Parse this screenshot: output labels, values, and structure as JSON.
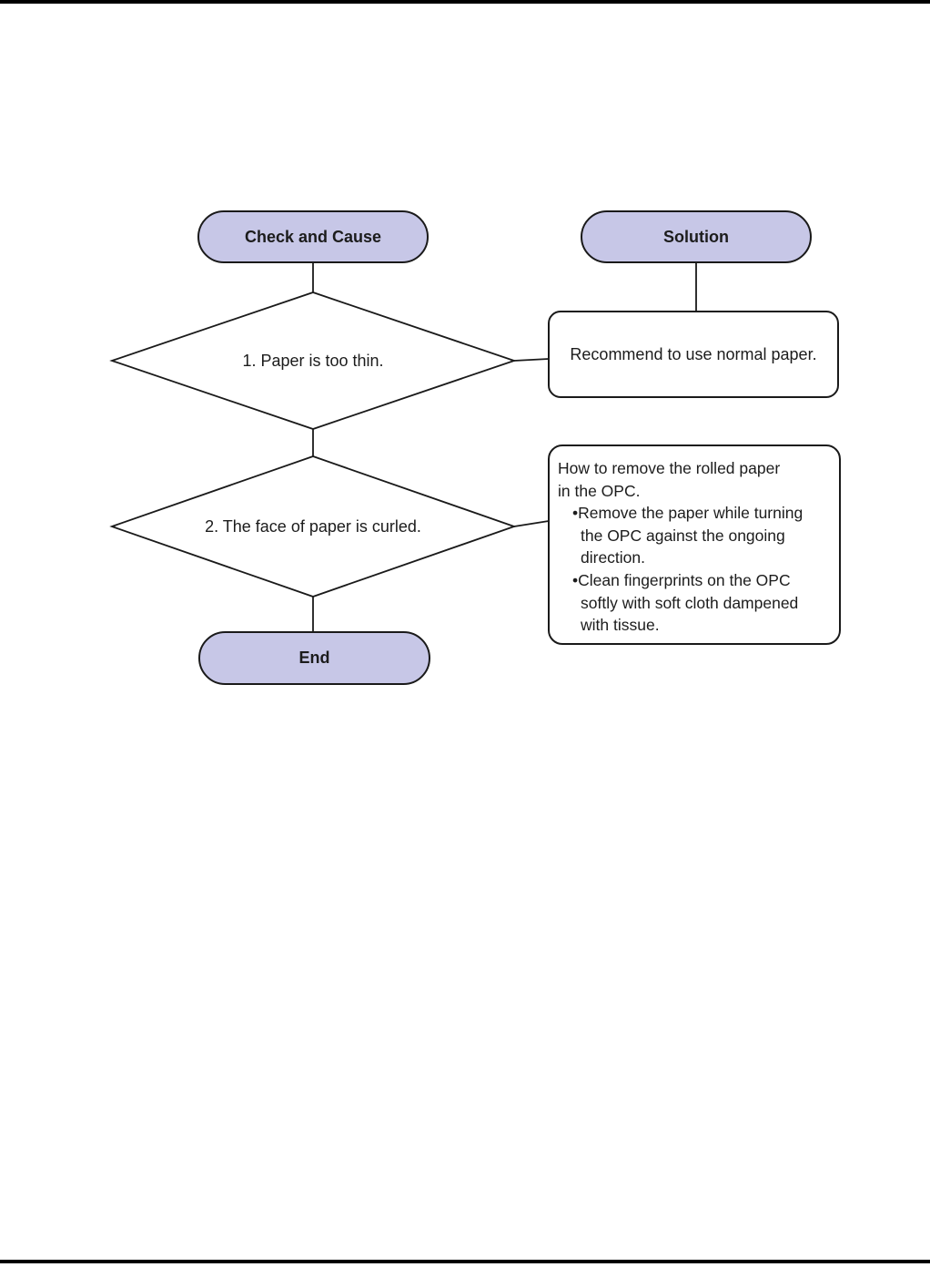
{
  "colors": {
    "terminator_fill": "#c7c7e7",
    "shape_stroke": "#1a1a1a",
    "process_fill": "#ffffff",
    "text": "#1c1c1c",
    "page_rule": "#000000"
  },
  "flowchart": {
    "column_headers": {
      "left": "Check and Cause",
      "right": "Solution"
    },
    "decisions": [
      {
        "label": "1. Paper is too thin."
      },
      {
        "label": "2. The face of paper is curled."
      }
    ],
    "solutions": [
      {
        "lines": [
          "Recommend to use normal paper."
        ]
      },
      {
        "lines": [
          "How to remove the rolled paper",
          "in the OPC.",
          "•Remove the paper while turning",
          "the OPC against the ongoing",
          "direction.",
          "•Clean fingerprints on the OPC",
          "softly with soft cloth dampened",
          "with tissue."
        ]
      }
    ],
    "terminator_end": "End"
  }
}
